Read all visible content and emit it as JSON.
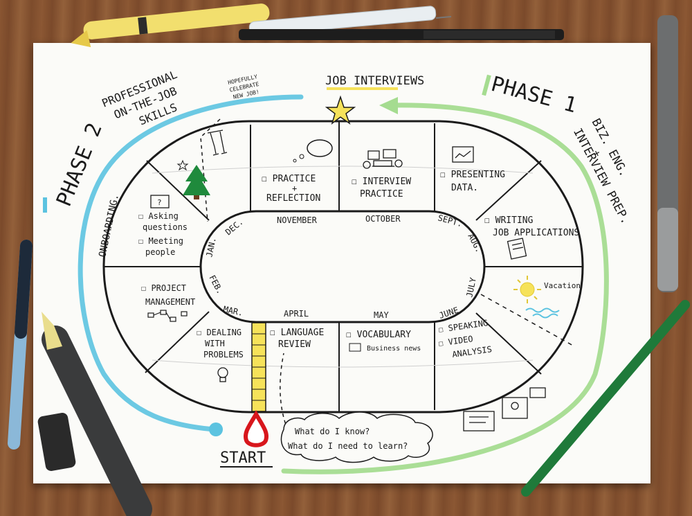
{
  "phases": {
    "phase1": {
      "title": "PHASE 1",
      "subtitle_1": "BIZ. ENG.",
      "subtitle_2": "+",
      "subtitle_3": "INTERVIEW PREP."
    },
    "phase2": {
      "title": "PHASE 2",
      "subtitle_1": "PROFESSIONAL",
      "subtitle_2": "ON-THE-JOB",
      "subtitle_3": "SKILLS"
    }
  },
  "top_label": "JOB INTERVIEWS",
  "hopefully_note": [
    "HOPEFULLY",
    "CELEBRATE",
    "NEW JOB!"
  ],
  "onboarding": "ONBOARDING.",
  "months": {
    "january": "JAN.",
    "december": "DEC.",
    "november": "NOVEMBER",
    "october": "OCTOBER",
    "september": "SEPT.",
    "august": "AUG.",
    "july": "JULY",
    "june": "JUNE",
    "may": "MAY",
    "april": "APRIL",
    "march": "MAR.",
    "february": "FEB."
  },
  "sections": {
    "practice_reflection": [
      "☐ PRACTICE",
      "+",
      "REFLECTION"
    ],
    "interview_practice": [
      "☐ INTERVIEW",
      "PRACTICE"
    ],
    "presenting_data": [
      "☐ PRESENTING",
      "DATA."
    ],
    "writing_applications": [
      "☐ WRITING",
      "JOB APPLICATIONS"
    ],
    "vacation": "Vacation",
    "speaking": [
      "☐ SPEAKING",
      "☐ VIDEO",
      "ANALYSIS"
    ],
    "vocabulary": "☐ VOCABULARY",
    "business_news": "Business news",
    "language_review": [
      "☐ LANGUAGE",
      "REVIEW"
    ],
    "dealing_problems": [
      "☐ DEALING",
      "WITH",
      "PROBLEMS"
    ],
    "project_management": [
      "☐ PROJECT",
      "MANAGEMENT"
    ],
    "asking_questions": [
      "☐ Asking",
      "questions"
    ],
    "meeting_people": [
      "☐ Meeting",
      "people"
    ]
  },
  "question_box": "?",
  "start_label": "START",
  "cloud_text": [
    "What do I know?",
    "What do I need to learn?"
  ],
  "colors": {
    "blue": "#5cc3e0",
    "green": "#9fd98a",
    "yellow": "#f6e25a",
    "red": "#d8161c",
    "ink": "#1b1b1b"
  }
}
